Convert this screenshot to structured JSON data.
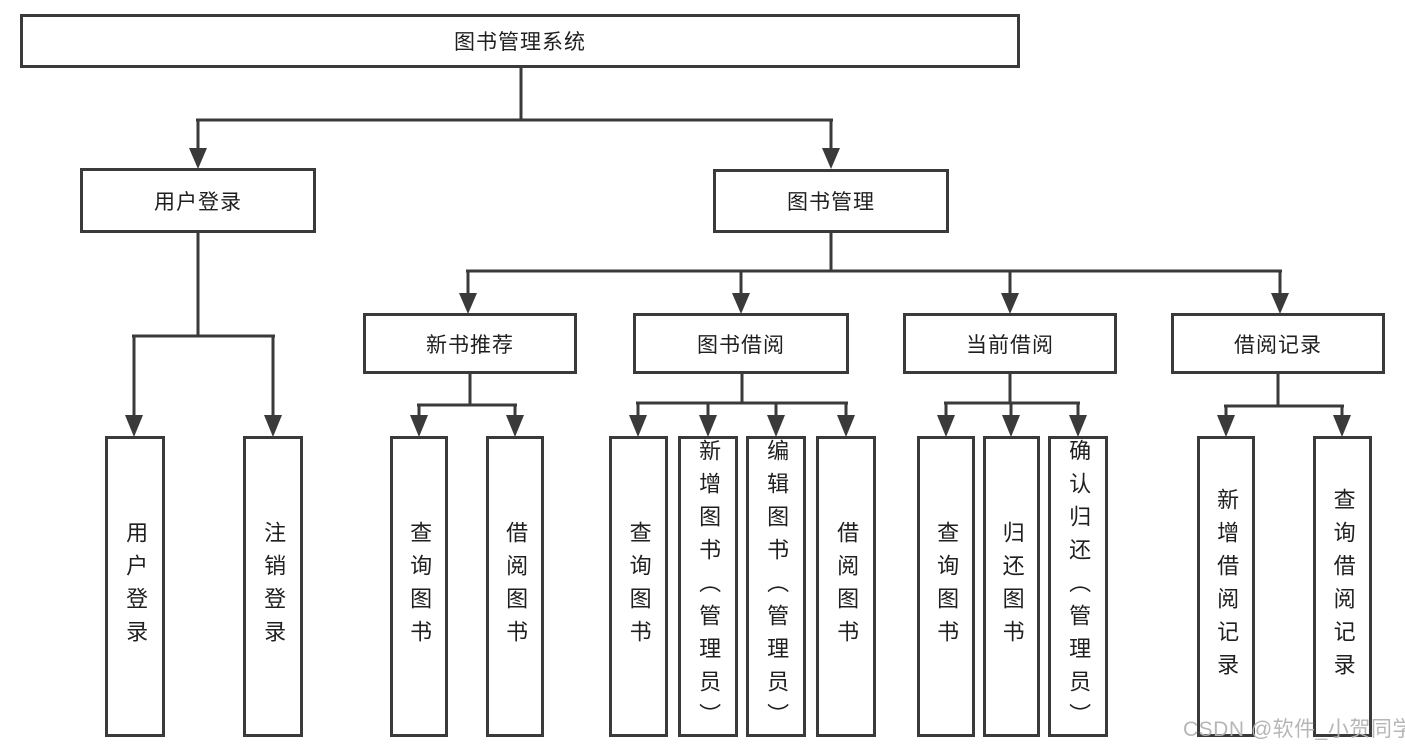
{
  "tree": {
    "root": {
      "label": "图书管理系统"
    },
    "branches": [
      {
        "label": "用户登录",
        "children": [
          {
            "label": "用户登录"
          },
          {
            "label": "注销登录"
          }
        ]
      },
      {
        "label": "图书管理",
        "children": [
          {
            "label": "新书推荐",
            "children": [
              {
                "label": "查询图书"
              },
              {
                "label": "借阅图书"
              }
            ]
          },
          {
            "label": "图书借阅",
            "children": [
              {
                "label": "查询图书"
              },
              {
                "label": "新增图书（管理员）"
              },
              {
                "label": "编辑图书（管理员）"
              },
              {
                "label": "借阅图书"
              }
            ]
          },
          {
            "label": "当前借阅",
            "children": [
              {
                "label": "查询图书"
              },
              {
                "label": "归还图书"
              },
              {
                "label": "确认归还（管理员）"
              }
            ]
          },
          {
            "label": "借阅记录",
            "children": [
              {
                "label": "新增借阅记录"
              },
              {
                "label": "查询借阅记录"
              }
            ]
          }
        ]
      }
    ]
  },
  "watermark": {
    "text": "CSDN @软件_小贺同学"
  },
  "colors": {
    "line": "#3a3a3a",
    "border": "#3a3a3a",
    "text": "#1f1f1f",
    "bg": "#ffffff",
    "watermark": "#b3b3b3"
  }
}
